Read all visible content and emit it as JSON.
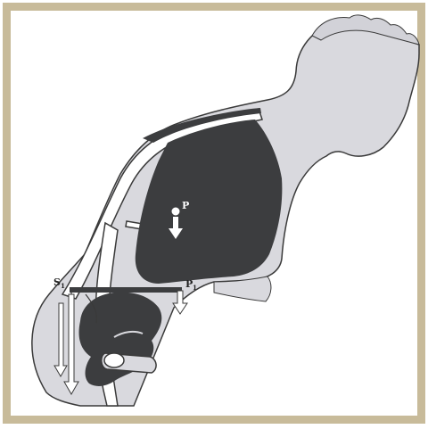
{
  "figure": {
    "labels": {
      "p": "P",
      "s1_main": "S",
      "s1_sub": "1",
      "p1_main": "P",
      "p1_sub": "1"
    },
    "colors": {
      "border": "#c8bb9a",
      "body_fill": "#d9d9de",
      "body_outline": "#3a3a3a",
      "organ_fill": "#3c3d3f",
      "arrow_fill": "#ffffff"
    }
  }
}
